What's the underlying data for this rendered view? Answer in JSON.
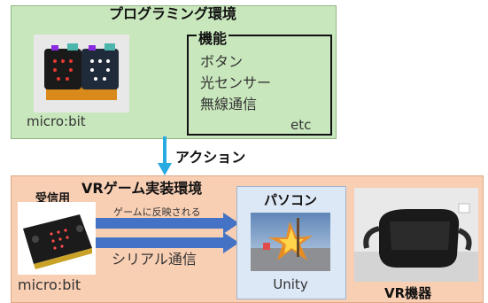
{
  "top_panel": {
    "title": "プログラミング環境",
    "caption": "micro:bit",
    "features": {
      "title": "機能",
      "items": [
        "ボタン",
        "光センサー",
        "無線通信"
      ],
      "etc": "etc"
    }
  },
  "action": {
    "label": "アクション"
  },
  "bottom_panel": {
    "title": "VRゲーム実装環境",
    "receiver_label": "受信用",
    "receiver_caption": "micro:bit",
    "arrow_top_label": "ゲームに反映される",
    "arrow_bottom_label": "シリアル通信",
    "pc": {
      "title": "パソコン",
      "caption": "Unity"
    },
    "vr_label": "VR機器"
  },
  "colors": {
    "top_panel": "#c9e7bd",
    "bottom_panel": "#f9cfb4",
    "pc_box": "#dde8f6",
    "arrow_blue": "#4472c4",
    "action_arrow": "#29abe2"
  }
}
